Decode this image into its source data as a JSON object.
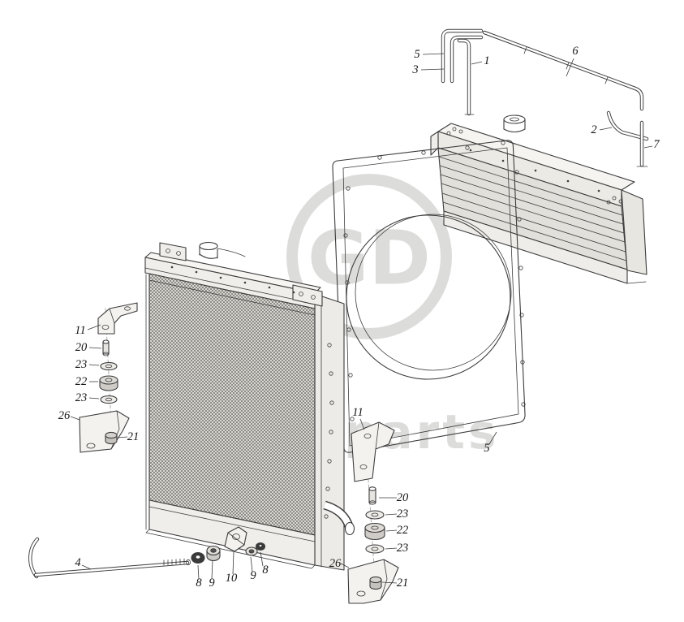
{
  "document": {
    "background_color": "#ffffff",
    "line_color": "#3c3c3c",
    "watermark_color": "#dcdcda"
  },
  "watermark": {
    "logo_text": "GD",
    "brand_text": "parts"
  },
  "callouts": [
    {
      "text": "5"
    },
    {
      "text": "3"
    },
    {
      "text": "1"
    },
    {
      "text": "6"
    },
    {
      "text": "2"
    },
    {
      "text": "7"
    },
    {
      "text": "11"
    },
    {
      "text": "20"
    },
    {
      "text": "23"
    },
    {
      "text": "22"
    },
    {
      "text": "23"
    },
    {
      "text": "26"
    },
    {
      "text": "21"
    },
    {
      "text": "11"
    },
    {
      "text": "5"
    },
    {
      "text": "20"
    },
    {
      "text": "23"
    },
    {
      "text": "22"
    },
    {
      "text": "23"
    },
    {
      "text": "26"
    },
    {
      "text": "21"
    },
    {
      "text": "4"
    },
    {
      "text": "8"
    },
    {
      "text": "9"
    },
    {
      "text": "10"
    },
    {
      "text": "9"
    },
    {
      "text": "8"
    }
  ]
}
